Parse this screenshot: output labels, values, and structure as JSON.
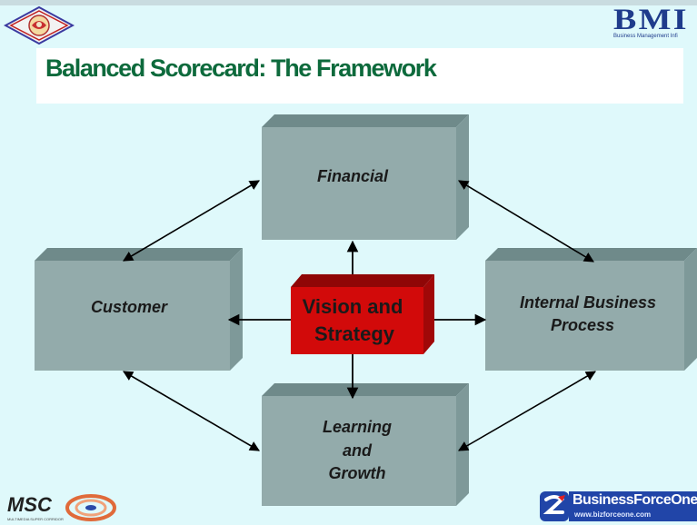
{
  "title": "Balanced Scorecard: The Framework",
  "logos": {
    "top_right": {
      "text": "BMI",
      "subtitle": "Business Management Infi"
    },
    "bottom_left": {
      "text": "MSC",
      "subtitle": "MULTIMEDIA SUPER CORRIDOR"
    },
    "bottom_right": {
      "text": "BusinessForceOne",
      "url": "www.bizforceone.com"
    }
  },
  "diagram": {
    "center": {
      "line1": "Vision and",
      "line2": "Strategy",
      "color": "#d20a0a"
    },
    "boxes": {
      "financial": {
        "line1": "Financial"
      },
      "customer": {
        "line1": "Customer"
      },
      "internal": {
        "line1": "Internal  Business",
        "line2": "Process"
      },
      "learning": {
        "line1": "Learning",
        "line2": "and",
        "line3": "Growth"
      }
    },
    "box_color": "#93abab",
    "arrows": [
      {
        "from": "center",
        "to": "financial"
      },
      {
        "from": "center",
        "to": "customer"
      },
      {
        "from": "center",
        "to": "internal"
      },
      {
        "from": "center",
        "to": "learning"
      },
      {
        "from": "financial",
        "to": "customer",
        "bidirectional": true
      },
      {
        "from": "financial",
        "to": "internal",
        "bidirectional": true
      },
      {
        "from": "customer",
        "to": "learning",
        "bidirectional": true
      },
      {
        "from": "internal",
        "to": "learning",
        "bidirectional": true
      }
    ]
  }
}
